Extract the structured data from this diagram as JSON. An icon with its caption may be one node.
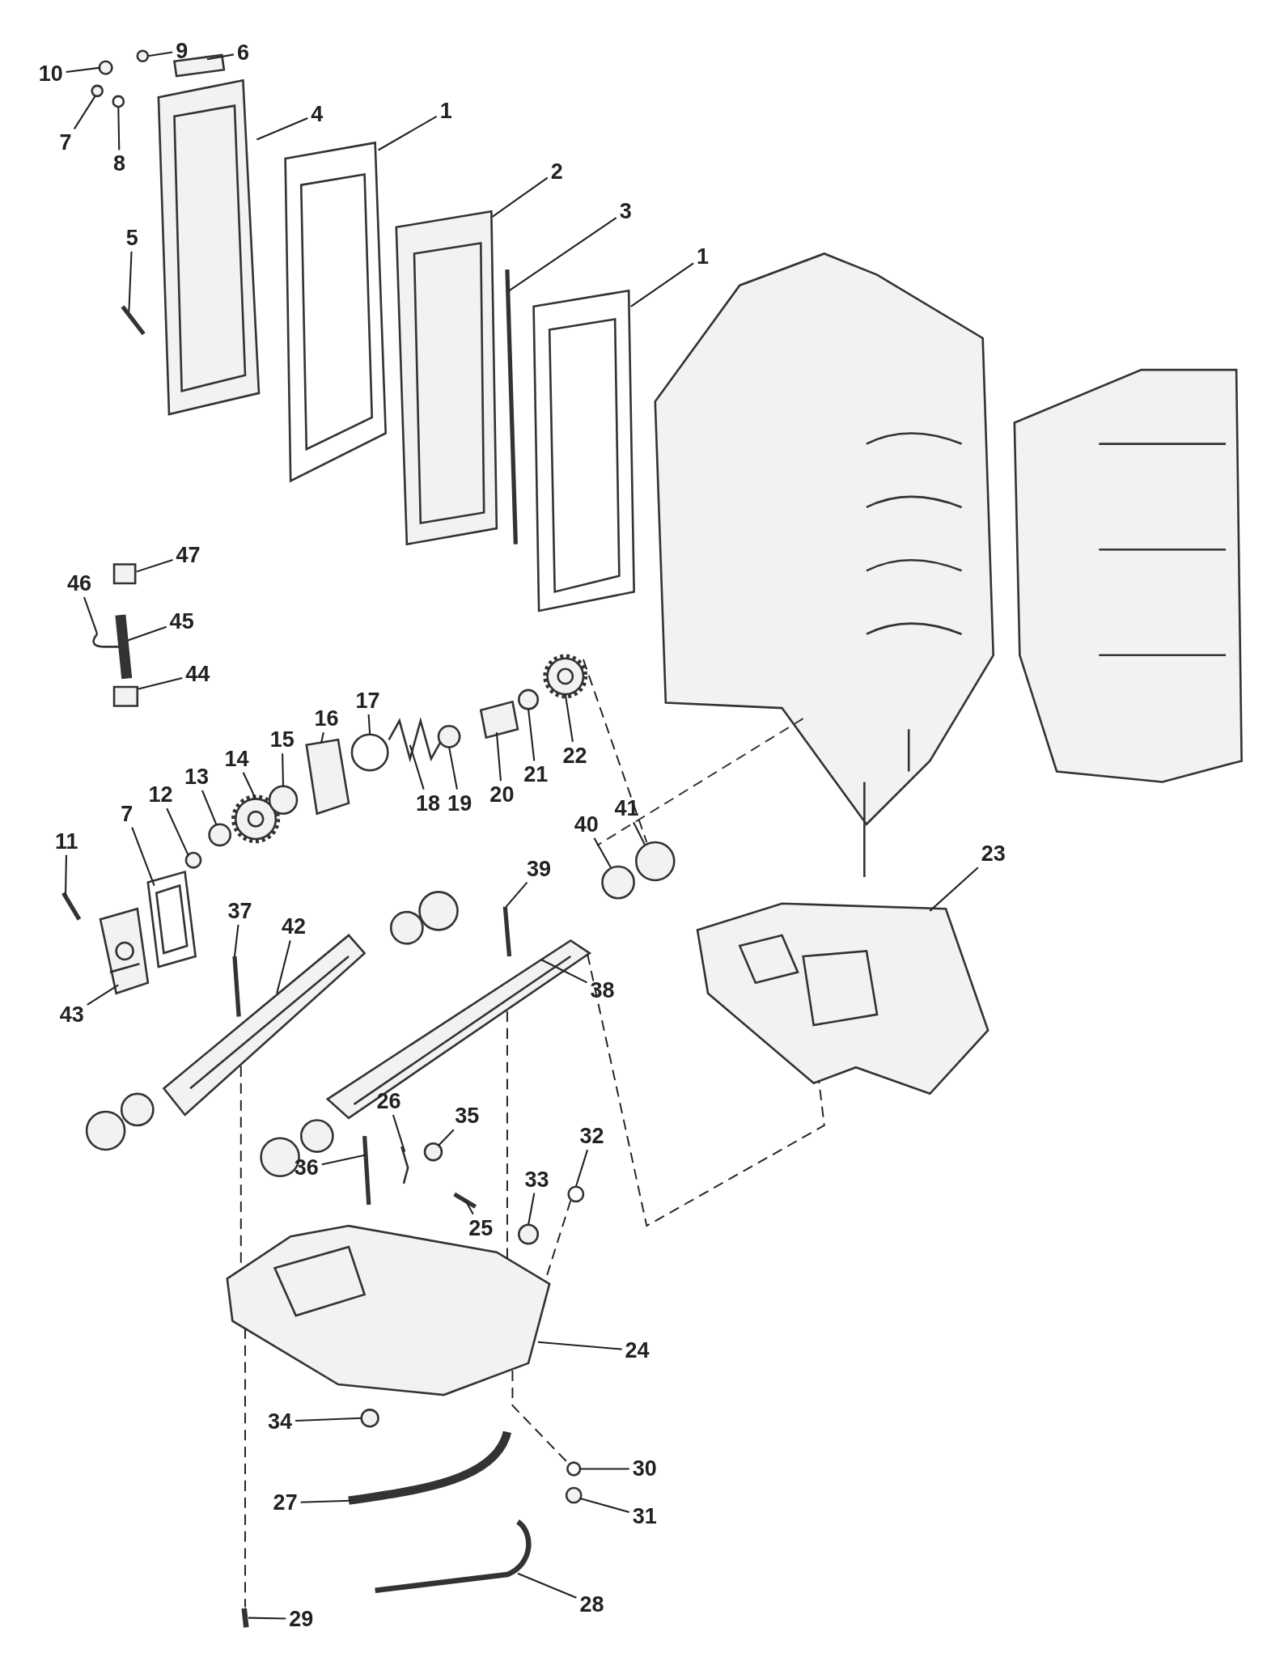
{
  "diagram": {
    "nodes": [
      {
        "text": [
          "10"
        ]
      },
      {
        "text": [
          "9"
        ]
      },
      {
        "text": [
          "6"
        ]
      },
      {
        "text": [
          "7"
        ]
      },
      {
        "text": [
          "8"
        ]
      },
      {
        "text": [
          "4"
        ]
      },
      {
        "text": [
          "1"
        ]
      },
      {
        "text": [
          "5"
        ]
      },
      {
        "text": [
          "2"
        ]
      },
      {
        "text": [
          "3"
        ]
      },
      {
        "text": [
          "1"
        ]
      },
      {
        "text": [
          "47"
        ]
      },
      {
        "text": [
          "46"
        ]
      },
      {
        "text": [
          "45"
        ]
      },
      {
        "text": [
          "44"
        ]
      },
      {
        "text": [
          "17"
        ]
      },
      {
        "text": [
          "16"
        ]
      },
      {
        "text": [
          "14"
        ]
      },
      {
        "text": [
          "15"
        ]
      },
      {
        "text": [
          "13"
        ]
      },
      {
        "text": [
          "12"
        ]
      },
      {
        "text": [
          "7"
        ]
      },
      {
        "text": [
          "11"
        ]
      },
      {
        "text": [
          "18"
        ]
      },
      {
        "text": [
          "19"
        ]
      },
      {
        "text": [
          "20"
        ]
      },
      {
        "text": [
          "21"
        ]
      },
      {
        "text": [
          "22"
        ]
      },
      {
        "text": [
          "41"
        ]
      },
      {
        "text": [
          "40"
        ]
      },
      {
        "text": [
          "23"
        ]
      },
      {
        "text": [
          "39"
        ]
      },
      {
        "text": [
          "37"
        ]
      },
      {
        "text": [
          "42"
        ]
      },
      {
        "text": [
          "38"
        ]
      },
      {
        "text": [
          "43"
        ]
      },
      {
        "text": [
          "26"
        ]
      },
      {
        "text": [
          "35"
        ]
      },
      {
        "text": [
          "36"
        ]
      },
      {
        "text": [
          "32"
        ]
      },
      {
        "text": [
          "33"
        ]
      },
      {
        "text": [
          "25"
        ]
      },
      {
        "text": [
          "24"
        ]
      },
      {
        "text": [
          "34"
        ]
      },
      {
        "text": [
          "30"
        ]
      },
      {
        "text": [
          "27"
        ]
      },
      {
        "text": [
          "31"
        ]
      },
      {
        "text": [
          "28"
        ]
      },
      {
        "text": [
          "29"
        ]
      },
      {
        "text": [],
        "shape": "circle"
      },
      {
        "text": [],
        "shape": "circle"
      },
      {
        "text": [],
        "shape": "box"
      },
      {
        "text": [],
        "shape": "circle"
      },
      {
        "text": [],
        "shape": "circle"
      },
      {
        "text": [],
        "shape": "picture"
      },
      {
        "text": [],
        "shape": "picture"
      },
      {
        "text": [],
        "shape": "picture"
      },
      {
        "text": [],
        "shape": "picture"
      },
      {
        "text": [],
        "shape": "picture"
      },
      {
        "text": [],
        "shape": "picture"
      },
      {
        "text": [],
        "shape": "box"
      },
      {
        "text": [],
        "shape": "picture"
      },
      {
        "text": [],
        "shape": "picture"
      },
      {
        "text": [],
        "shape": "box"
      },
      {
        "text": [],
        "shape": "circle"
      },
      {
        "text": [],
        "shape": "box"
      },
      {
        "text": [],
        "shape": "picture"
      },
      {
        "text": [],
        "shape": "circle"
      },
      {
        "text": [],
        "shape": "circle"
      },
      {
        "text": [],
        "shape": "circle"
      },
      {
        "text": [],
        "shape": "picture"
      },
      {
        "text": [],
        "shape": "picture"
      },
      {
        "text": [],
        "shape": "picture"
      },
      {
        "text": [],
        "shape": "circle"
      },
      {
        "text": [],
        "shape": "box"
      },
      {
        "text": [],
        "shape": "circle"
      },
      {
        "text": [],
        "shape": "picture"
      },
      {
        "text": [],
        "shape": "circle"
      },
      {
        "text": [],
        "shape": "circle"
      },
      {
        "text": [],
        "shape": "picture"
      },
      {
        "text": [],
        "shape": "picture"
      },
      {
        "text": [],
        "shape": "picture"
      },
      {
        "text": [],
        "shape": "picture"
      },
      {
        "text": [],
        "shape": "picture"
      },
      {
        "text": [],
        "shape": "picture"
      },
      {
        "text": [],
        "shape": "picture"
      },
      {
        "text": [],
        "shape": "circle"
      },
      {
        "text": [],
        "shape": "picture"
      },
      {
        "text": [],
        "shape": "circle"
      },
      {
        "text": [],
        "shape": "circle"
      },
      {
        "text": [],
        "shape": "picture"
      },
      {
        "text": [],
        "shape": "picture"
      },
      {
        "text": [],
        "shape": "circle"
      },
      {
        "text": [],
        "shape": "circle"
      },
      {
        "text": [],
        "shape": "picture"
      },
      {
        "text": [],
        "shape": "circle"
      },
      {
        "text": [],
        "shape": "picture"
      },
      {
        "text": [],
        "shape": "picture"
      }
    ],
    "edges": [
      {
        "from": 0,
        "to": 49,
        "arrow": "none"
      },
      {
        "from": 1,
        "to": 50,
        "arrow": "none"
      },
      {
        "from": 2,
        "to": 51,
        "arrow": "none"
      },
      {
        "from": 3,
        "to": 52,
        "arrow": "none"
      },
      {
        "from": 4,
        "to": 53,
        "arrow": "none"
      },
      {
        "from": 5,
        "to": 54,
        "arrow": "none"
      },
      {
        "from": 6,
        "to": 55,
        "arrow": "none"
      },
      {
        "from": 7,
        "to": 56,
        "arrow": "none"
      },
      {
        "from": 8,
        "to": 57,
        "arrow": "none"
      },
      {
        "from": 9,
        "to": 58,
        "arrow": "none"
      },
      {
        "from": 10,
        "to": 59,
        "arrow": "none"
      },
      {
        "from": 11,
        "to": 60,
        "arrow": "none"
      },
      {
        "from": 12,
        "to": 61,
        "arrow": "none"
      },
      {
        "from": 13,
        "to": 62,
        "arrow": "none"
      },
      {
        "from": 14,
        "to": 63,
        "arrow": "none"
      },
      {
        "from": 15,
        "to": 64,
        "arrow": "none"
      },
      {
        "from": 16,
        "to": 65,
        "arrow": "none"
      },
      {
        "from": 17,
        "to": 66,
        "arrow": "none"
      },
      {
        "from": 18,
        "to": 67,
        "arrow": "none"
      },
      {
        "from": 19,
        "to": 68,
        "arrow": "none"
      },
      {
        "from": 20,
        "to": 69,
        "arrow": "none"
      },
      {
        "from": 21,
        "to": 70,
        "arrow": "none"
      },
      {
        "from": 22,
        "to": 71,
        "arrow": "none"
      },
      {
        "from": 23,
        "to": 72,
        "arrow": "none"
      },
      {
        "from": 24,
        "to": 73,
        "arrow": "none"
      },
      {
        "from": 25,
        "to": 74,
        "arrow": "none"
      },
      {
        "from": 26,
        "to": 75,
        "arrow": "none"
      },
      {
        "from": 27,
        "to": 76,
        "arrow": "none"
      },
      {
        "from": 28,
        "to": 77,
        "arrow": "none"
      },
      {
        "from": 29,
        "to": 78,
        "arrow": "none"
      },
      {
        "from": 30,
        "to": 79,
        "arrow": "none"
      },
      {
        "from": 31,
        "to": 80,
        "arrow": "none"
      },
      {
        "from": 32,
        "to": 81,
        "arrow": "none"
      },
      {
        "from": 33,
        "to": 82,
        "arrow": "none"
      },
      {
        "from": 34,
        "to": 83,
        "arrow": "none"
      },
      {
        "from": 35,
        "to": 84,
        "arrow": "none"
      },
      {
        "from": 36,
        "to": 85,
        "arrow": "none"
      },
      {
        "from": 37,
        "to": 86,
        "arrow": "none"
      },
      {
        "from": 38,
        "to": 87,
        "arrow": "none"
      },
      {
        "from": 39,
        "to": 88,
        "arrow": "none"
      },
      {
        "from": 40,
        "to": 89,
        "arrow": "none"
      },
      {
        "from": 41,
        "to": 90,
        "arrow": "none"
      },
      {
        "from": 42,
        "to": 91,
        "arrow": "none"
      },
      {
        "from": 43,
        "to": 92,
        "arrow": "none"
      },
      {
        "from": 44,
        "to": 93,
        "arrow": "none"
      },
      {
        "from": 45,
        "to": 94,
        "arrow": "none"
      },
      {
        "from": 46,
        "to": 95,
        "arrow": "none"
      },
      {
        "from": 47,
        "to": 96,
        "arrow": "none"
      },
      {
        "from": 48,
        "to": 97,
        "arrow": "none"
      },
      {
        "from": 76,
        "to": 77,
        "arrow": "none",
        "style": "dashed"
      },
      {
        "from": 83,
        "to": 79,
        "arrow": "none",
        "style": "dashed"
      },
      {
        "from": 82,
        "to": 91,
        "arrow": "none",
        "style": "dashed"
      },
      {
        "from": 83,
        "to": 91,
        "arrow": "none",
        "style": "dashed"
      },
      {
        "from": 88,
        "to": 91,
        "arrow": "none",
        "style": "dashed"
      },
      {
        "from": 91,
        "to": 97,
        "arrow": "none",
        "style": "dashed"
      },
      {
        "from": 91,
        "to": 93,
        "arrow": "none",
        "style": "dashed"
      }
    ]
  }
}
